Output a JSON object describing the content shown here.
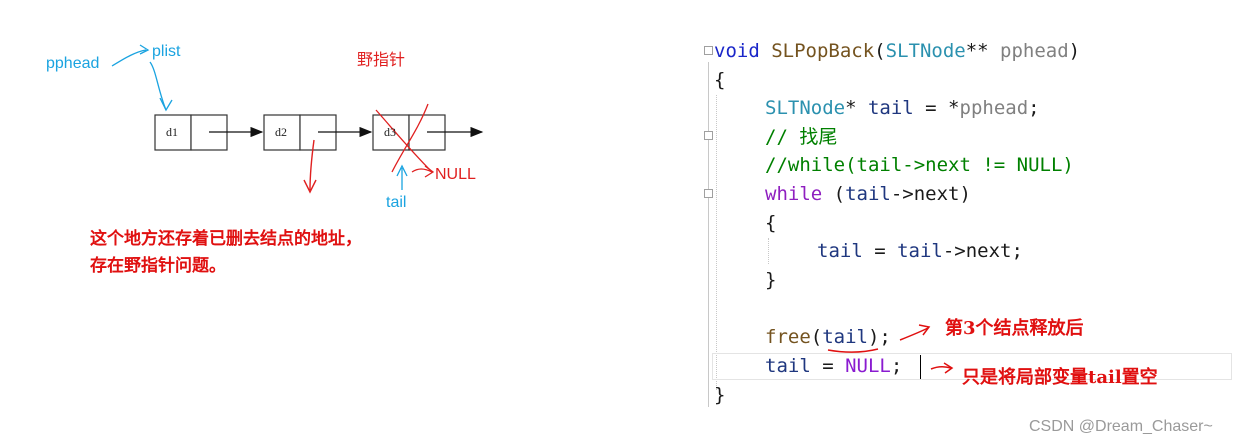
{
  "diagram": {
    "labels": {
      "pphead": "pphead",
      "plist": "plist",
      "wild_pointer": "野指针",
      "tail": "tail",
      "null": "NULL"
    },
    "nodes": [
      "d1",
      "d2",
      "d3"
    ],
    "note_lines": [
      "这个地方还存着已删去结点的地址，",
      "存在野指针问题。"
    ]
  },
  "code": {
    "line1": {
      "kw": "void",
      "func": "SLPopBack",
      "open": "(",
      "type": "SLTNode",
      "stars": "** ",
      "param": "pphead",
      "close": ")"
    },
    "line2": "{",
    "line3": {
      "type": "SLTNode",
      "mid": "* ",
      "var": "tail",
      "eq": " = *",
      "param": "pphead",
      "end": ";"
    },
    "line4": "// 找尾",
    "line5": "//while(tail->next != NULL)",
    "line6": {
      "kw": "while",
      "open": " (",
      "var": "tail",
      "rest": "->next)"
    },
    "line7": "{",
    "line8": {
      "var1": "tail",
      "eq": " = ",
      "var2": "tail",
      "rest": "->next;"
    },
    "line9": "}",
    "line11": {
      "func": "free",
      "open": "(",
      "var": "tail",
      "close": ");"
    },
    "line12": {
      "var": "tail",
      "eq": " = ",
      "macro": "NULL",
      "end": ";"
    },
    "line13": "}"
  },
  "annotations": {
    "free_note": "第3个结点释放后",
    "null_note": "只是将局部变量tail置空"
  },
  "watermark": "CSDN @Dream_Chaser~",
  "colors": {
    "annotation_red": "#e01010",
    "label_blue": "#1aa3e0",
    "keyword_blue": "#1a26c9",
    "keyword_purple": "#8f1fc0",
    "type_teal": "#2b91af",
    "comment_green": "#008000"
  }
}
